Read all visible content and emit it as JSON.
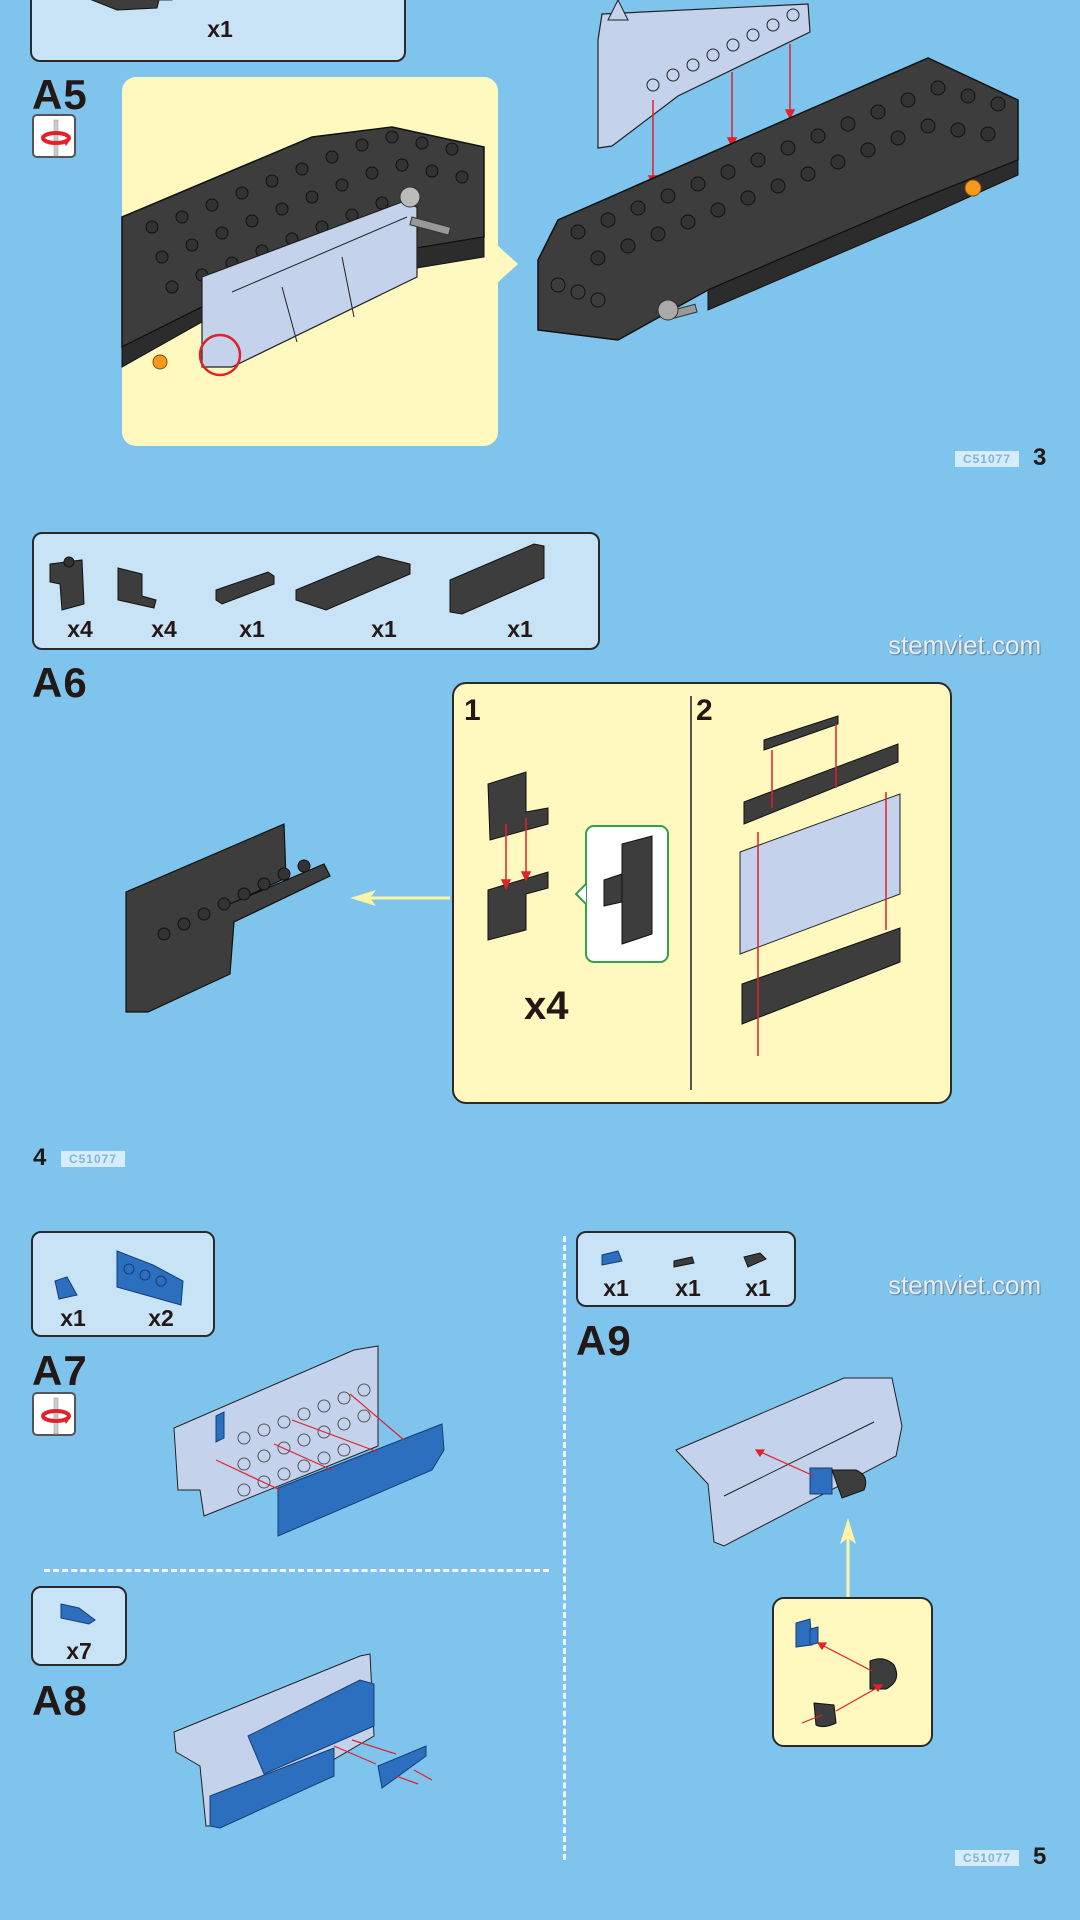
{
  "brand": {
    "watermark": "stemviet.com",
    "product_code": "C51077"
  },
  "colors": {
    "background": "#7fc4ec",
    "parts_box": "#c9e3f6",
    "callout": "#fff8bf",
    "brick_dark": "#3d3d3d",
    "brick_light": "#c4d2ec",
    "brick_blue": "#2c6fbf",
    "arrow_red": "#e0222a",
    "arrow_yellow": "#fff3a6",
    "accent_orange": "#f39a1e"
  },
  "pages": {
    "page3": {
      "number": "3",
      "code": "C51077",
      "top_parts": [
        {
          "qty": "x1"
        }
      ],
      "steps": [
        {
          "label": "A5",
          "rotate_icon": "rotate-model-icon",
          "highlight": "red-circle-alignment"
        }
      ]
    },
    "page4": {
      "number": "4",
      "code": "C51077",
      "steps": [
        {
          "label": "A6",
          "parts": [
            {
              "name": "angle-bracket-1x2-up",
              "qty": "x4"
            },
            {
              "name": "angle-bracket-1x2-down",
              "qty": "x4"
            },
            {
              "name": "plate-1x4",
              "qty": "x1"
            },
            {
              "name": "plate-2x8",
              "qty": "x1"
            },
            {
              "name": "brick-1x8",
              "qty": "x1"
            }
          ],
          "substeps": [
            {
              "number": "1",
              "multiplier": "x4"
            },
            {
              "number": "2"
            }
          ]
        }
      ]
    },
    "page5": {
      "number": "5",
      "code": "C51077",
      "steps": [
        {
          "label": "A7",
          "rotate_icon": "rotate-model-icon",
          "parts": [
            {
              "name": "slope-1x1-blue",
              "qty": "x1"
            },
            {
              "name": "curved-slope-2x4-blue",
              "qty": "x2"
            }
          ]
        },
        {
          "label": "A8",
          "parts": [
            {
              "name": "slope-1x2-blue",
              "qty": "x7"
            }
          ]
        },
        {
          "label": "A9",
          "parts": [
            {
              "name": "clip-plate-blue",
              "qty": "x1"
            },
            {
              "name": "round-tile-dark",
              "qty": "x1"
            },
            {
              "name": "hinge-dark",
              "qty": "x1"
            }
          ]
        }
      ]
    }
  }
}
